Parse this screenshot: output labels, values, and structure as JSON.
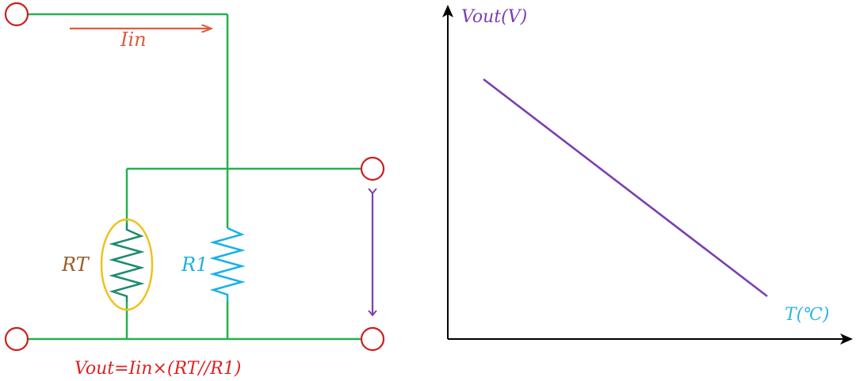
{
  "circuit": {
    "current_label": "Iin",
    "thermistor_label": "RT",
    "resistor_label": "R1",
    "formula": "Vout=Iin×(RT//R1)"
  },
  "chart_data": {
    "type": "line",
    "xlabel": "T(℃)",
    "ylabel": "Vout(V)",
    "trend": "decreasing",
    "grid": false
  },
  "colors": {
    "wire": "#22b24c",
    "terminal": "#cc1f1f",
    "current": "#e05a3a",
    "formula": "#e02020",
    "thermistor": "#1e8a6e",
    "thermistor_ring": "#f2c01e",
    "thermistor_label": "#9a5b2a",
    "resistor": "#1ab0e8",
    "vout_arrow": "#7a3fb0",
    "axis": "#000000",
    "curve": "#7a3fb0",
    "ylabel": "#7a3fb0",
    "xlabel": "#29b6e8"
  }
}
